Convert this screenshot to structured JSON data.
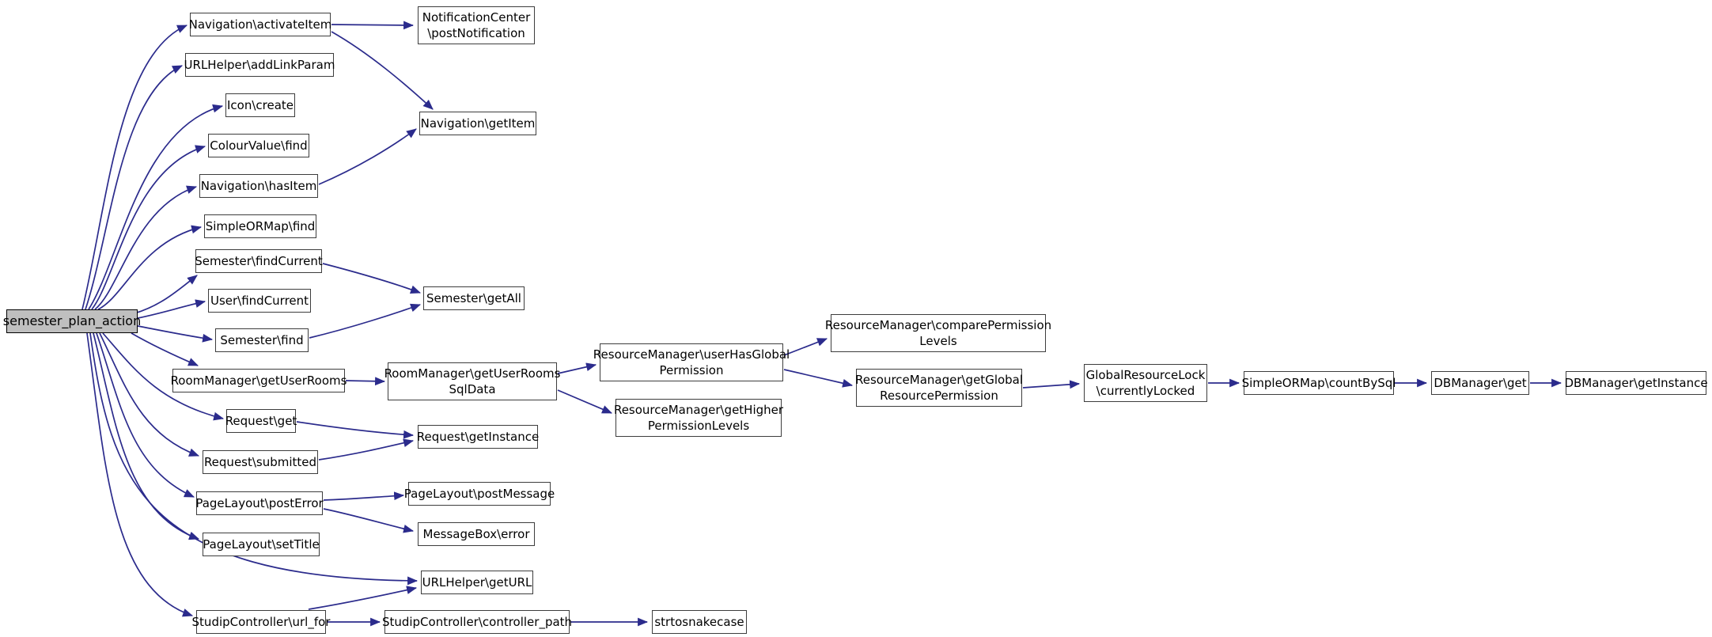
{
  "graph": {
    "type": "call-graph",
    "root": "semester_plan_action",
    "edge_color": "#2b2b8c",
    "node_border_color": "#3d3d3d",
    "node_bg_color": "#ffffff",
    "root_bg_color": "#bfbfbf",
    "nodes": [
      {
        "id": "semester-plan-action",
        "label": "semester_plan_action",
        "highlighted": true
      },
      {
        "id": "navigation-activateitem",
        "label": "Navigation\\activateItem",
        "highlighted": false
      },
      {
        "id": "notificationcenter-postnotification",
        "label": [
          "NotificationCenter",
          "\\postNotification"
        ],
        "highlighted": false
      },
      {
        "id": "urlhelper-addlinkparam",
        "label": "URLHelper\\addLinkParam",
        "highlighted": false
      },
      {
        "id": "icon-create",
        "label": "Icon\\create",
        "highlighted": false
      },
      {
        "id": "colourvalue-find",
        "label": "ColourValue\\find",
        "highlighted": false
      },
      {
        "id": "navigation-getitem",
        "label": "Navigation\\getItem",
        "highlighted": false
      },
      {
        "id": "navigation-hasitem",
        "label": "Navigation\\hasItem",
        "highlighted": false
      },
      {
        "id": "simpleormap-find",
        "label": "SimpleORMap\\find",
        "highlighted": false
      },
      {
        "id": "semester-findcurrent",
        "label": "Semester\\findCurrent",
        "highlighted": false
      },
      {
        "id": "user-findcurrent",
        "label": "User\\findCurrent",
        "highlighted": false
      },
      {
        "id": "semester-getall",
        "label": "Semester\\getAll",
        "highlighted": false
      },
      {
        "id": "semester-find",
        "label": "Semester\\find",
        "highlighted": false
      },
      {
        "id": "roommanager-getuserrooms",
        "label": "RoomManager\\getUserRooms",
        "highlighted": false
      },
      {
        "id": "roommanager-getuserroomssqldata",
        "label": [
          "RoomManager\\getUserRooms",
          "SqlData"
        ],
        "highlighted": false
      },
      {
        "id": "resourcemanager-userhasglobalpermission",
        "label": [
          "ResourceManager\\userHasGlobal",
          "Permission"
        ],
        "highlighted": false
      },
      {
        "id": "resourcemanager-gethigherpermissionlevels",
        "label": [
          "ResourceManager\\getHigher",
          "PermissionLevels"
        ],
        "highlighted": false
      },
      {
        "id": "resourcemanager-comparepermissionlevels",
        "label": [
          "ResourceManager\\comparePermission",
          "Levels"
        ],
        "highlighted": false
      },
      {
        "id": "resourcemanager-getglobalresourcepermission",
        "label": [
          "ResourceManager\\getGlobal",
          "ResourcePermission"
        ],
        "highlighted": false
      },
      {
        "id": "globalresourcelock-currentlylocked",
        "label": [
          "GlobalResourceLock",
          "\\currentlyLocked"
        ],
        "highlighted": false
      },
      {
        "id": "simpleormap-countbysql",
        "label": "SimpleORMap\\countBySql",
        "highlighted": false
      },
      {
        "id": "dbmanager-get",
        "label": "DBManager\\get",
        "highlighted": false
      },
      {
        "id": "dbmanager-getinstance",
        "label": "DBManager\\getInstance",
        "highlighted": false
      },
      {
        "id": "request-get",
        "label": "Request\\get",
        "highlighted": false
      },
      {
        "id": "request-getinstance",
        "label": "Request\\getInstance",
        "highlighted": false
      },
      {
        "id": "request-submitted",
        "label": "Request\\submitted",
        "highlighted": false
      },
      {
        "id": "pagelayout-posterror",
        "label": "PageLayout\\postError",
        "highlighted": false
      },
      {
        "id": "pagelayout-postmessage",
        "label": "PageLayout\\postMessage",
        "highlighted": false
      },
      {
        "id": "messagebox-error",
        "label": "MessageBox\\error",
        "highlighted": false
      },
      {
        "id": "pagelayout-settitle",
        "label": "PageLayout\\setTitle",
        "highlighted": false
      },
      {
        "id": "urlhelper-geturl",
        "label": "URLHelper\\getURL",
        "highlighted": false
      },
      {
        "id": "studipcontroller-url-for",
        "label": "StudipController\\url_for",
        "highlighted": false
      },
      {
        "id": "studipcontroller-controller-path",
        "label": "StudipController\\controller_path",
        "highlighted": false
      },
      {
        "id": "strtosnakecase",
        "label": "strtosnakecase",
        "highlighted": false
      }
    ],
    "edges": [
      {
        "from": "semester-plan-action",
        "to": "navigation-activateitem"
      },
      {
        "from": "semester-plan-action",
        "to": "urlhelper-addlinkparam"
      },
      {
        "from": "semester-plan-action",
        "to": "icon-create"
      },
      {
        "from": "semester-plan-action",
        "to": "colourvalue-find"
      },
      {
        "from": "semester-plan-action",
        "to": "navigation-hasitem"
      },
      {
        "from": "semester-plan-action",
        "to": "simpleormap-find"
      },
      {
        "from": "semester-plan-action",
        "to": "semester-findcurrent"
      },
      {
        "from": "semester-plan-action",
        "to": "user-findcurrent"
      },
      {
        "from": "semester-plan-action",
        "to": "semester-find"
      },
      {
        "from": "semester-plan-action",
        "to": "roommanager-getuserrooms"
      },
      {
        "from": "semester-plan-action",
        "to": "request-get"
      },
      {
        "from": "semester-plan-action",
        "to": "request-submitted"
      },
      {
        "from": "semester-plan-action",
        "to": "pagelayout-posterror"
      },
      {
        "from": "semester-plan-action",
        "to": "pagelayout-settitle"
      },
      {
        "from": "semester-plan-action",
        "to": "urlhelper-geturl"
      },
      {
        "from": "semester-plan-action",
        "to": "studipcontroller-url-for"
      },
      {
        "from": "navigation-activateitem",
        "to": "notificationcenter-postnotification"
      },
      {
        "from": "navigation-activateitem",
        "to": "navigation-getitem"
      },
      {
        "from": "navigation-hasitem",
        "to": "navigation-getitem"
      },
      {
        "from": "semester-findcurrent",
        "to": "semester-getall"
      },
      {
        "from": "semester-find",
        "to": "semester-getall"
      },
      {
        "from": "roommanager-getuserrooms",
        "to": "roommanager-getuserroomssqldata"
      },
      {
        "from": "roommanager-getuserroomssqldata",
        "to": "resourcemanager-userhasglobalpermission"
      },
      {
        "from": "roommanager-getuserroomssqldata",
        "to": "resourcemanager-gethigherpermissionlevels"
      },
      {
        "from": "resourcemanager-userhasglobalpermission",
        "to": "resourcemanager-comparepermissionlevels"
      },
      {
        "from": "resourcemanager-userhasglobalpermission",
        "to": "resourcemanager-getglobalresourcepermission"
      },
      {
        "from": "resourcemanager-getglobalresourcepermission",
        "to": "globalresourcelock-currentlylocked"
      },
      {
        "from": "globalresourcelock-currentlylocked",
        "to": "simpleormap-countbysql"
      },
      {
        "from": "simpleormap-countbysql",
        "to": "dbmanager-get"
      },
      {
        "from": "dbmanager-get",
        "to": "dbmanager-getinstance"
      },
      {
        "from": "request-get",
        "to": "request-getinstance"
      },
      {
        "from": "request-submitted",
        "to": "request-getinstance"
      },
      {
        "from": "pagelayout-posterror",
        "to": "pagelayout-postmessage"
      },
      {
        "from": "pagelayout-posterror",
        "to": "messagebox-error"
      },
      {
        "from": "studipcontroller-url-for",
        "to": "urlhelper-geturl"
      },
      {
        "from": "studipcontroller-url-for",
        "to": "studipcontroller-controller-path"
      },
      {
        "from": "studipcontroller-controller-path",
        "to": "strtosnakecase"
      }
    ]
  }
}
